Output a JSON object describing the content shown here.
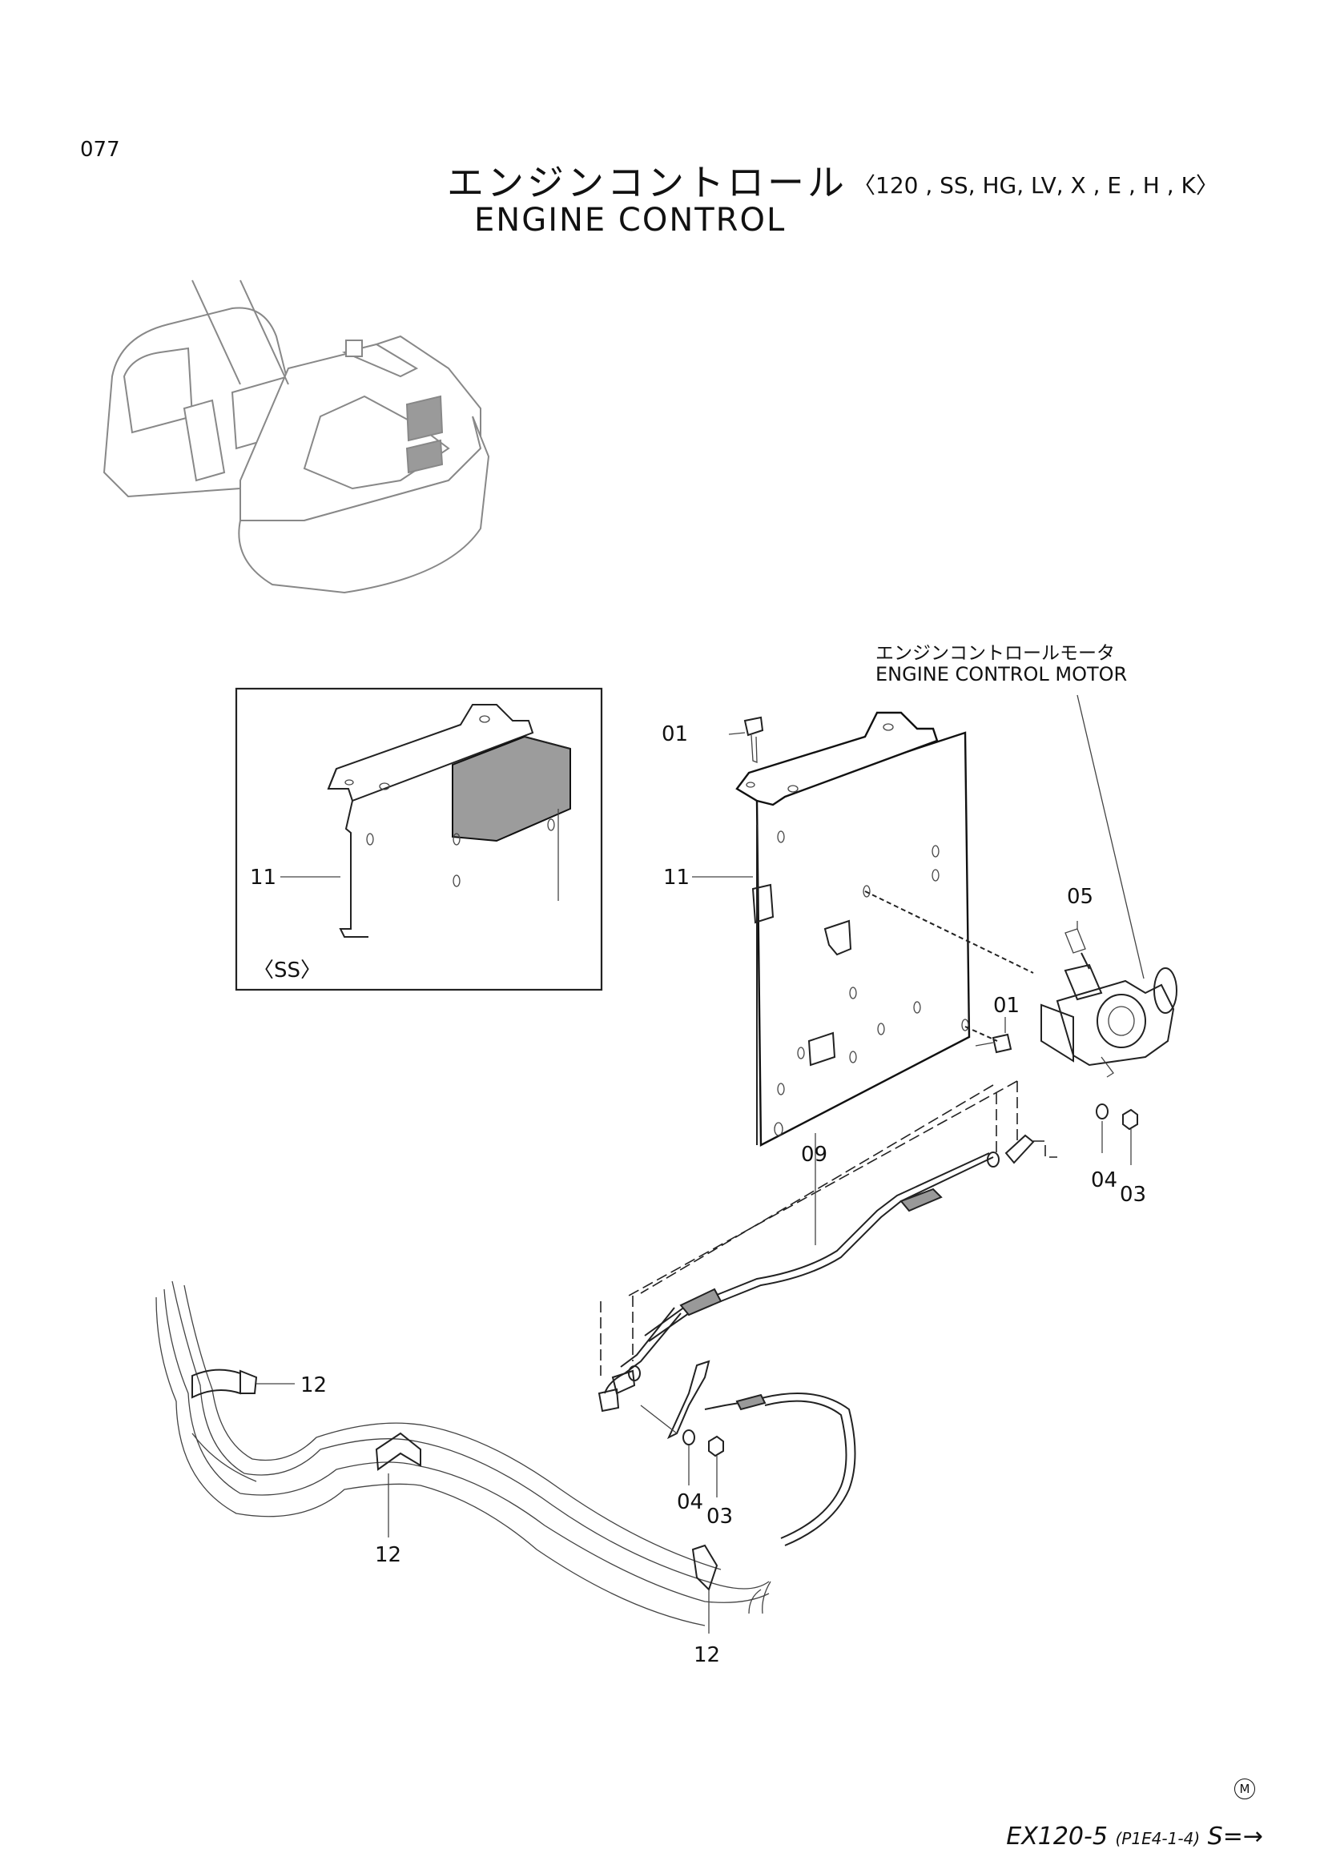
{
  "page_number": "077",
  "title_ja": "エンジンコントロール",
  "title_variants": "〈120 , SS, HG, LV, X , E , H , K〉",
  "title_en": "ENGINE  CONTROL",
  "motor_label_ja": "エンジンコントロールモータ",
  "motor_label_en": "ENGINE  CONTROL  MOTOR",
  "inset_label": "〈SS〉",
  "callouts": {
    "inset_11": "11",
    "p01_top": "01",
    "p11": "11",
    "p05": "05",
    "p01_mid": "01",
    "p09": "09",
    "p04_right": "04",
    "p03_right": "03",
    "p12_a": "12",
    "p12_b": "12",
    "p12_c": "12",
    "p04_low": "04",
    "p03_low": "03"
  },
  "footer": {
    "mark": "M",
    "model": "EX120-5",
    "ref": "(P1E4-1-4)",
    "scale": "S=→"
  }
}
